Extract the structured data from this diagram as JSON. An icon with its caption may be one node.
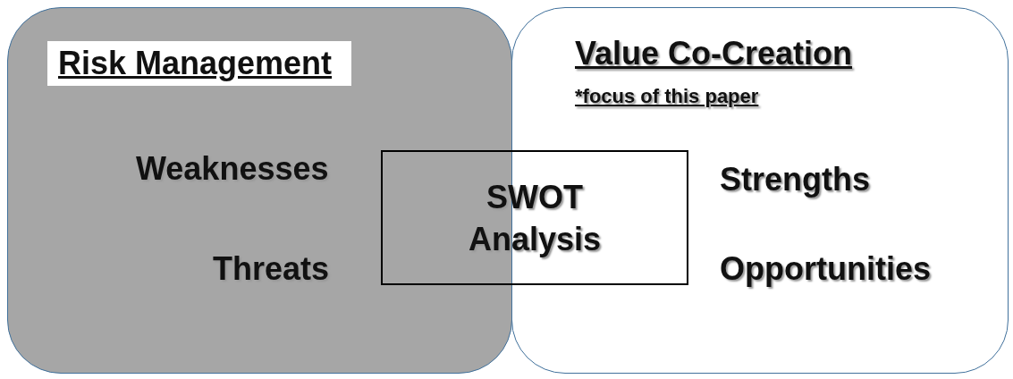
{
  "diagram": {
    "nodes": [
      {
        "text": [
          "Risk Management"
        ]
      },
      {
        "text": [
          "Value Co-Creation",
          "*focus of this paper"
        ]
      },
      {
        "text": [
          "SWOT Analysis"
        ]
      }
    ],
    "labels": [
      "Weaknesses",
      "Strengths",
      "Threats",
      "Opportunities"
    ]
  }
}
